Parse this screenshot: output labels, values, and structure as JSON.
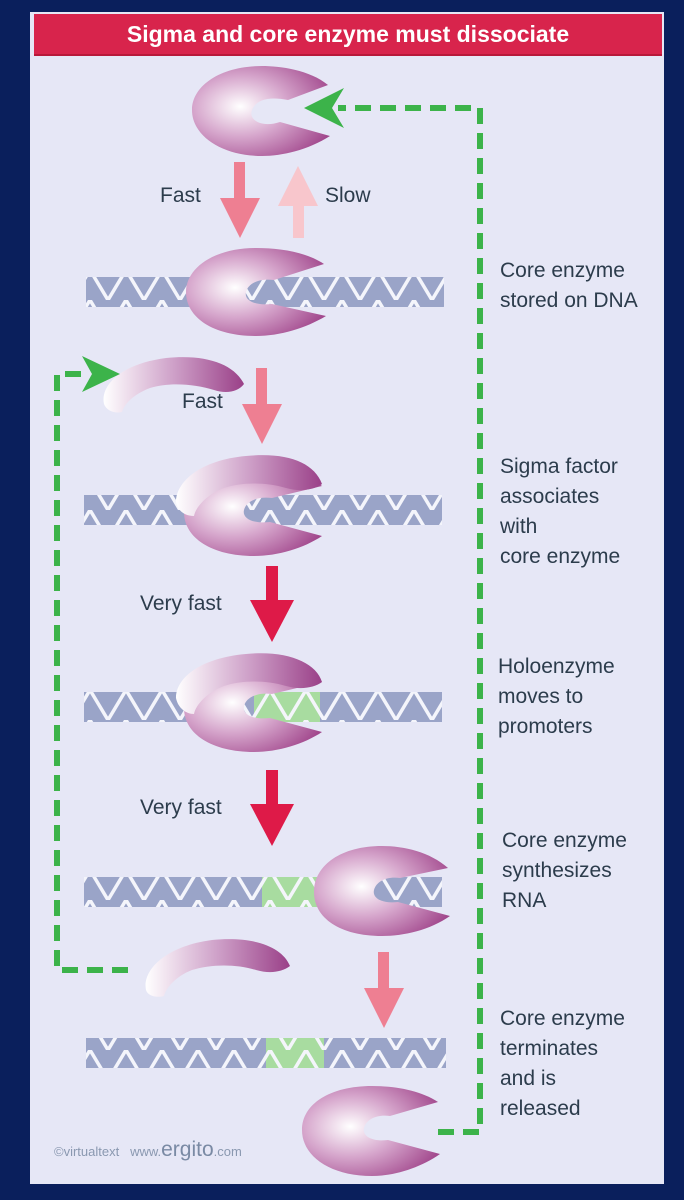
{
  "title": "Sigma and core enzyme must dissociate",
  "rate_labels": {
    "fast_1": "Fast",
    "slow": "Slow",
    "fast_2": "Fast",
    "very_fast_1": "Very fast",
    "very_fast_2": "Very fast"
  },
  "steps": [
    {
      "text": "Core enzyme\nstored on DNA"
    },
    {
      "text": "Sigma factor\nassociates\nwith\ncore enzyme"
    },
    {
      "text": "Holoenzyme\nmoves to\npromoters"
    },
    {
      "text": "Core enzyme\nsynthesizes\nRNA"
    },
    {
      "text": "Core enzyme\nterminates\nand is\nreleased"
    }
  ],
  "credit": {
    "copyright": "©virtualtext",
    "www": "www.",
    "brand": "ergito",
    "tld": ".com"
  },
  "colors": {
    "background": "#0a1f5c",
    "panel": "#e6e7f6",
    "title_bar": "#d8244c",
    "dna": "#9aa4c8",
    "promoter": "#a8dca0",
    "enzyme": "#b45a9a",
    "arrow_pink": "#ee7f92",
    "arrow_slow": "#f8c6cc",
    "arrow_red": "#de1a48",
    "recycle_green": "#3cb34a"
  }
}
